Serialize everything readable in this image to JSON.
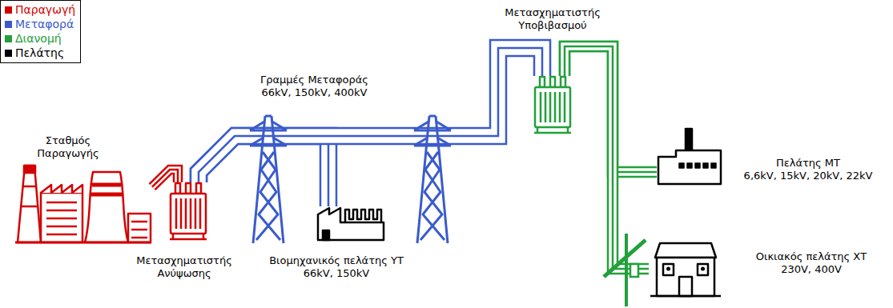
{
  "diagram": {
    "nodes": [
      {
        "text": [
          "Σταθμός Παραγωγής"
        ]
      },
      {
        "text": [
          "Μετασχηματιστής Ανύψωσης"
        ]
      },
      {
        "text": [
          "Βιομηχανικός πελάτης ΥΤ",
          "66kV, 150kV"
        ]
      },
      {
        "text": [
          "Μετασχηματιστής Υποβιβασμού"
        ]
      },
      {
        "text": [
          "Πελάτης ΜΤ",
          "6,6kV, 15kV, 20kV, 22kV"
        ]
      },
      {
        "text": [
          "Οικιακός πελάτης ΧΤ",
          "230V, 400V"
        ]
      }
    ],
    "edges": [
      {
        "from": 0,
        "to": 1,
        "arrow": "none"
      },
      {
        "from": 1,
        "to": 3,
        "arrow": "none",
        "label": "Γραμμές Μεταφοράς 66kV, 150kV, 400kV"
      },
      {
        "from": 1,
        "to": 2,
        "arrow": "none"
      },
      {
        "from": 3,
        "to": 4,
        "arrow": "none"
      },
      {
        "from": 3,
        "to": 5,
        "arrow": "none"
      }
    ],
    "legend": [
      {
        "text": "Παραγωγή",
        "color": "#d40000"
      },
      {
        "text": "Μεταφορά",
        "color": "#3a5bcc"
      },
      {
        "text": "Διανομή",
        "color": "#22a03a"
      },
      {
        "text": "Πελάτης",
        "color": "#000000"
      }
    ]
  }
}
